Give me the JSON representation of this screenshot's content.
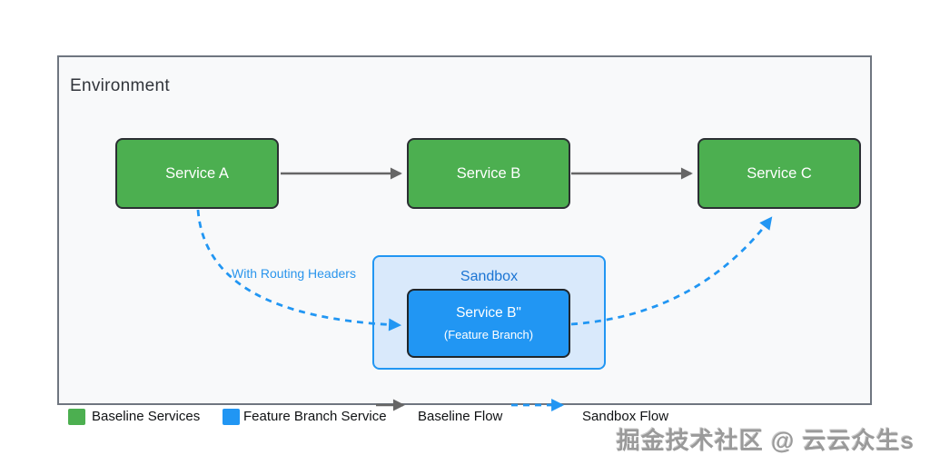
{
  "diagram": {
    "environment_label": "Environment",
    "services": [
      {
        "id": "service-a",
        "label": "Service A"
      },
      {
        "id": "service-b",
        "label": "Service B"
      },
      {
        "id": "service-c",
        "label": "Service C"
      }
    ],
    "sandbox": {
      "title": "Sandbox",
      "service_label": "Service B\"",
      "service_sublabel": "(Feature Branch)"
    },
    "routing_label": "With Routing Headers"
  },
  "legend": {
    "items": [
      {
        "type": "swatch",
        "color": "#4caf50",
        "label": "Baseline Services"
      },
      {
        "type": "swatch",
        "color": "#2196f3",
        "label": "Feature Branch Service"
      },
      {
        "type": "solid-arrow",
        "color": "#666666",
        "label": "Baseline Flow"
      },
      {
        "type": "dashed-arrow",
        "color": "#2196f3",
        "label": "Sandbox Flow"
      }
    ]
  },
  "watermark": "掘金技术社区 @ 云云众生s",
  "colors": {
    "baseline_service_fill": "#4caf50",
    "feature_service_fill": "#2196f3",
    "sandbox_fill": "#d9e9fb",
    "sandbox_border": "#2196f3",
    "sandbox_title_text": "#1b74d3",
    "box_border": "#2b2f33",
    "baseline_flow_arrow": "#666666",
    "sandbox_flow_arrow": "#2196f3",
    "environment_fill": "#f8f9fa",
    "environment_border": "#6f7680",
    "service_text": "#ffffff",
    "routing_label_text": "#2a95ec"
  }
}
